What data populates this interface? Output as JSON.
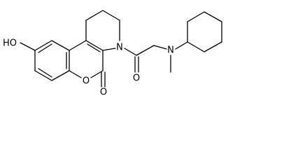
{
  "molecule": {
    "colors": {
      "background": "#ffffff",
      "bond": "#000000",
      "heteroatom_O": "#ff0000",
      "heteroatom_N": "#0000ff"
    },
    "labels": {
      "hydroxyl": "HO",
      "ring_oxygen": "O",
      "lactone_carbonyl_oxygen": "O",
      "ring_nitrogen": "N",
      "amide_carbonyl_oxygen": "O",
      "amine_nitrogen": "N"
    }
  }
}
